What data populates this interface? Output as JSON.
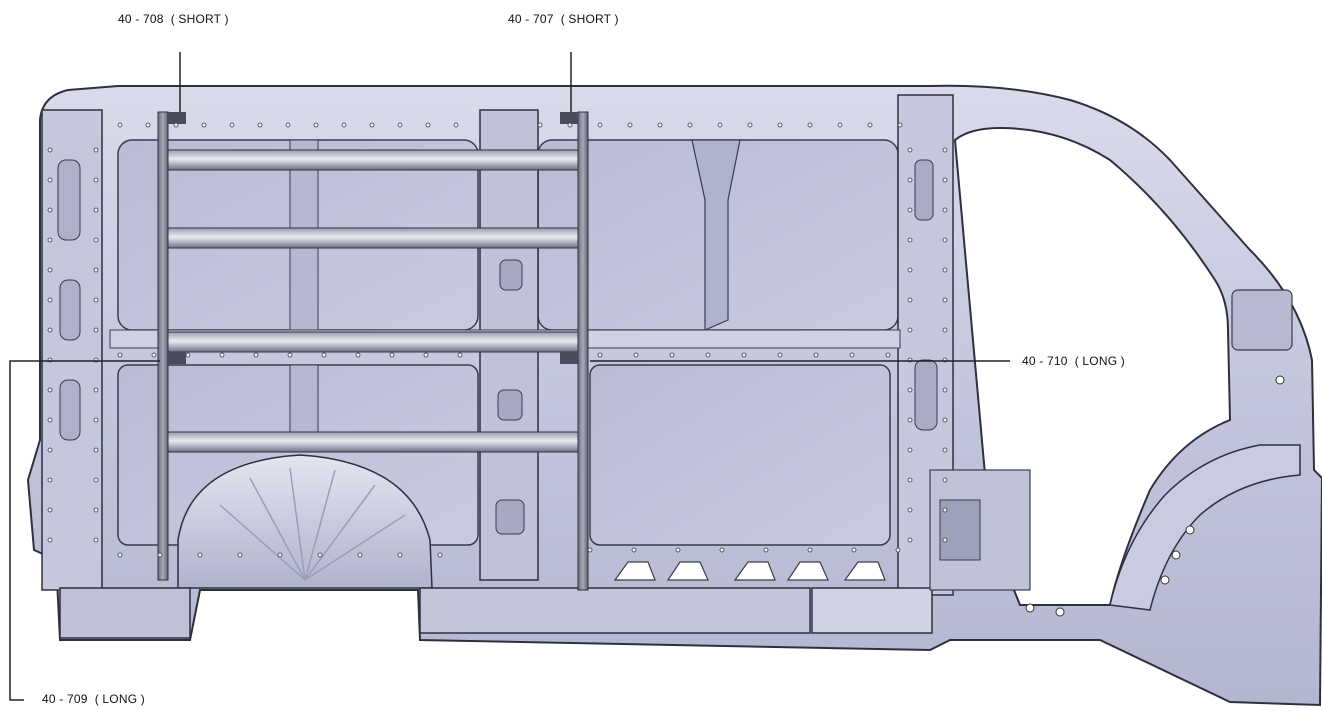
{
  "callouts": {
    "c708": "40 - 708  ( SHORT )",
    "c707": "40 - 707  ( SHORT )",
    "c710": "40 - 710  ( LONG )",
    "c709": "40 - 709  ( LONG )"
  },
  "colors": {
    "panel_light": "#d4d6e6",
    "panel_mid": "#b8bbd2",
    "panel_dark": "#8e92ad",
    "outline": "#2e3040",
    "rail": "#7d8090",
    "leader": "#222222"
  }
}
